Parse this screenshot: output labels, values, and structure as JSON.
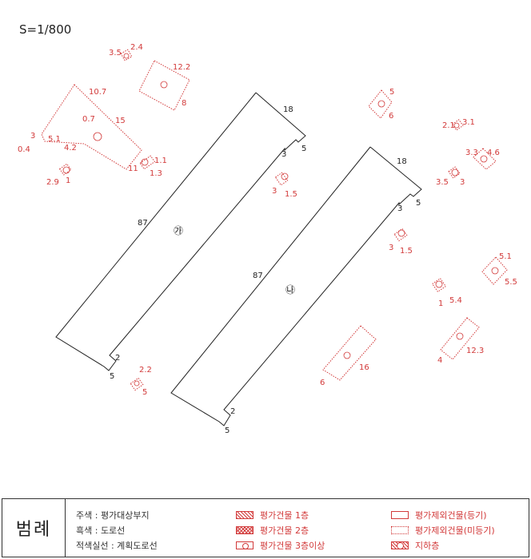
{
  "scale": "S=1/800",
  "colors": {
    "black": "#222222",
    "red": "#d23a3a"
  },
  "building_a": {
    "dim_top": "18",
    "dim_notch_w": "3",
    "dim_notch_h": "5",
    "dim_long": "87",
    "dim_btm_notch_w": "2",
    "dim_btm_notch_h": "5",
    "mark": "㉮"
  },
  "building_b": {
    "dim_top": "18",
    "dim_notch_w": "3",
    "dim_notch_h": "5",
    "dim_long": "87",
    "dim_btm_notch_w": "2",
    "dim_btm_notch_h": "5",
    "mark": "㉯"
  },
  "red_labels": {
    "b1": [
      "3.5",
      "2.4"
    ],
    "b2": [
      "12.2",
      "8"
    ],
    "b3": [
      "10.7",
      "0.7",
      "15",
      "3",
      "5.1",
      "0.4",
      "4.2",
      "11"
    ],
    "b4": [
      "1.1",
      "1.3"
    ],
    "b5": [
      "2.9",
      "1"
    ],
    "b6": [
      "3",
      "1.5"
    ],
    "b7": [
      "5",
      "6"
    ],
    "b8": [
      "2.1",
      "3.1"
    ],
    "b9": [
      "3.3",
      "4.6"
    ],
    "b10": [
      "3.5",
      "3"
    ],
    "b11": [
      "3",
      "1.5"
    ],
    "b12": [
      "5.1",
      "5.5"
    ],
    "b13": [
      "1",
      "5.4"
    ],
    "b14": [
      "4",
      "12.3"
    ],
    "b15": [
      "6",
      "16"
    ],
    "b16": [
      "2.2",
      "5"
    ]
  },
  "legend": {
    "title": "범례",
    "col1": [
      "주색   :  평가대상부지",
      "흑색   :  도로선",
      "적색실선  :  계획도로선"
    ],
    "col2": [
      "평가건물 1층",
      "평가건물 2층",
      "평가건물 3층이상"
    ],
    "col3": [
      "평가제외건물(등기)",
      "평가제외건물(미등기)",
      "지하층"
    ]
  }
}
